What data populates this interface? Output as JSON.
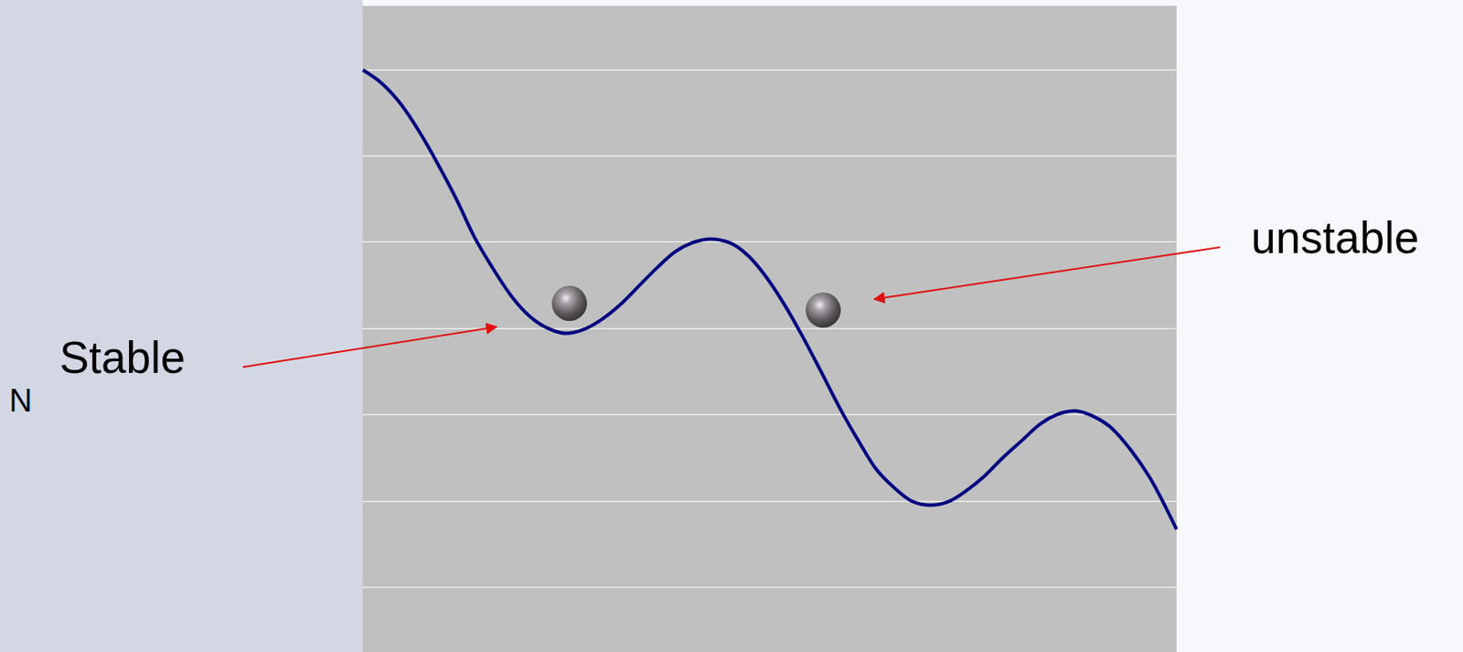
{
  "diagram": {
    "labels": [
      "N",
      "Stable",
      "unstable"
    ]
  }
}
